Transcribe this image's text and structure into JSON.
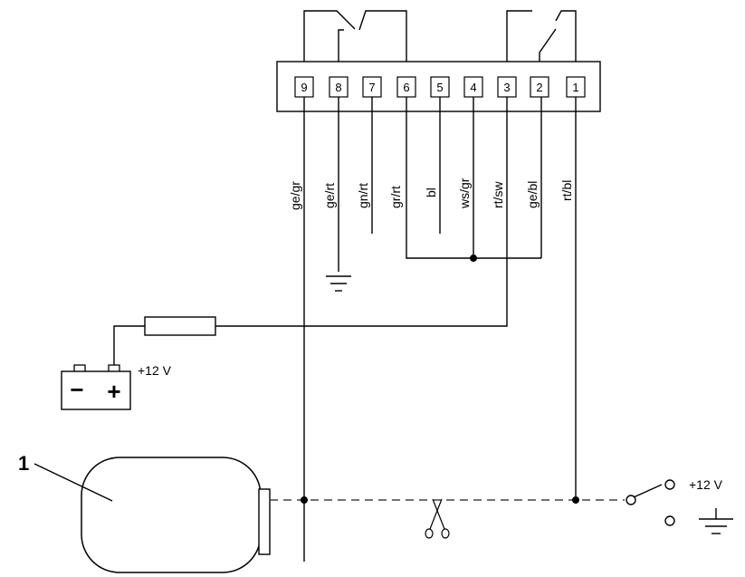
{
  "connector": {
    "pins": [
      {
        "number": "9",
        "wire": "ge/gr"
      },
      {
        "number": "8",
        "wire": "ge/rt"
      },
      {
        "number": "7",
        "wire": "gn/rt"
      },
      {
        "number": "6",
        "wire": "gr/rt"
      },
      {
        "number": "5",
        "wire": "bl"
      },
      {
        "number": "4",
        "wire": "ws/gr"
      },
      {
        "number": "3",
        "wire": "rt/sw"
      },
      {
        "number": "2",
        "wire": "ge/bl"
      },
      {
        "number": "1",
        "wire": "rt/bl"
      }
    ]
  },
  "battery": {
    "voltage_label": "+12 V",
    "minus_sign": "−",
    "plus_sign": "+"
  },
  "motor": {
    "callout": "1"
  },
  "supply": {
    "voltage_label": "+12 V"
  },
  "icons": {
    "ground": "ground-icon",
    "scissors": "scissors-icon",
    "fuse": "fuse-icon",
    "battery": "battery-icon"
  }
}
